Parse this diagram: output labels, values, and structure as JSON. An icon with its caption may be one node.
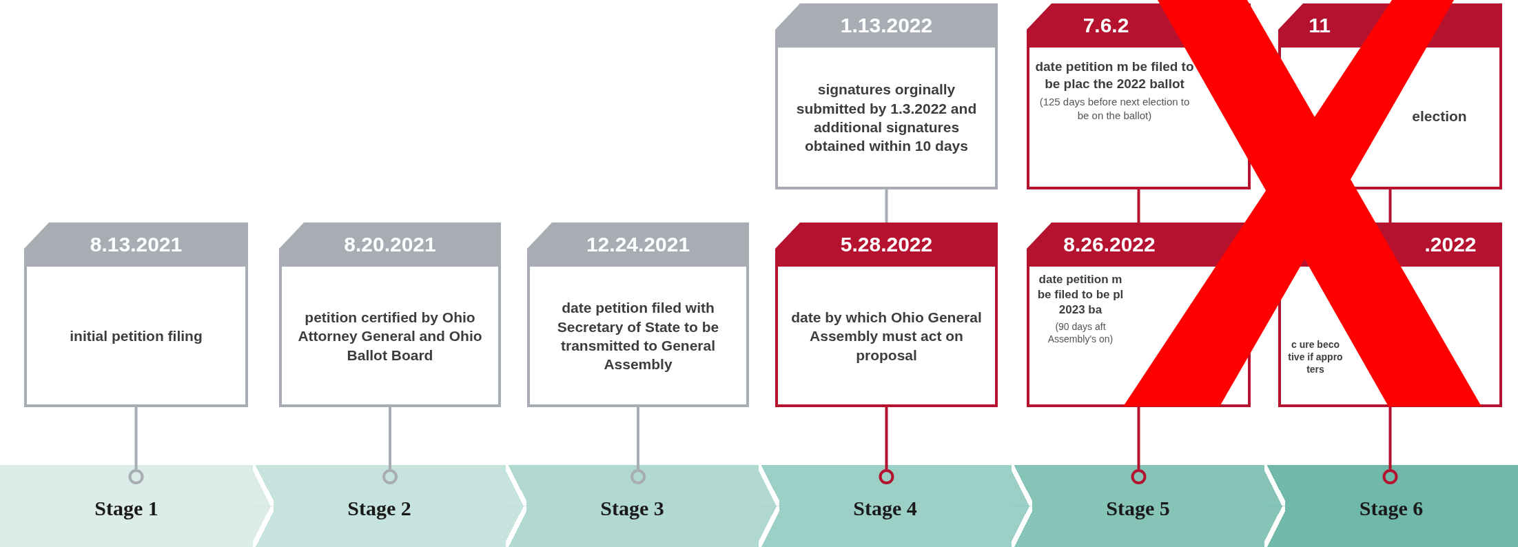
{
  "diagram": {
    "nodes": [
      {
        "text": [
          "8.13.2021",
          "initial petition filing"
        ]
      },
      {
        "text": [
          "8.20.2021",
          "petition certified by Ohio Attorney General and Ohio Ballot Board"
        ]
      },
      {
        "text": [
          "12.24.2021",
          "date petition filed with Secretary of State to be transmitted to General Assembly"
        ]
      },
      {
        "text": [
          "1.13.2022",
          "signatures orginally submitted by 1.3.2022 and additional signatures obtained within 10 days"
        ]
      },
      {
        "text": [
          "5.28.2022",
          "date by which Ohio General Assembly must act on proposal"
        ]
      },
      {
        "text": [
          "7.6.2",
          "date petition m be filed to be plac the 2022 ballot",
          "(125 days before next election to be on the ballot)"
        ]
      },
      {
        "text": [
          "8.26.2022",
          "date petition m be filed to be pl 2023 ba",
          "(90 days aft Assembly's on)"
        ]
      },
      {
        "text": [
          "11",
          "election"
        ]
      },
      {
        "text": [
          ".2022",
          "c ure beco tive if appro ters"
        ]
      },
      {
        "text": [
          "Stage 1"
        ]
      },
      {
        "text": [
          "Stage 2"
        ]
      },
      {
        "text": [
          "Stage 3"
        ]
      },
      {
        "text": [
          "Stage 4"
        ]
      },
      {
        "text": [
          "Stage 5"
        ]
      },
      {
        "text": [
          "Stage 6"
        ]
      }
    ],
    "edges": [
      {
        "from": 0,
        "to": 9,
        "arrow": "other",
        "color": "#a7adb3"
      },
      {
        "from": 1,
        "to": 10,
        "arrow": "other",
        "color": "#a7adb3"
      },
      {
        "from": 2,
        "to": 11,
        "arrow": "other",
        "color": "#a7adb3"
      },
      {
        "from": 3,
        "to": 4,
        "arrow": "none",
        "color": "#a7adb3"
      },
      {
        "from": 4,
        "to": 12,
        "arrow": "other",
        "color": "#b5122f"
      },
      {
        "from": 5,
        "to": 6,
        "arrow": "none",
        "color": "#b5122f"
      },
      {
        "from": 6,
        "to": 13,
        "arrow": "other",
        "color": "#b5122f"
      },
      {
        "from": 7,
        "to": 8,
        "arrow": "none",
        "color": "#b5122f"
      },
      {
        "from": 8,
        "to": 14,
        "arrow": "other",
        "color": "#b5122f"
      }
    ]
  }
}
